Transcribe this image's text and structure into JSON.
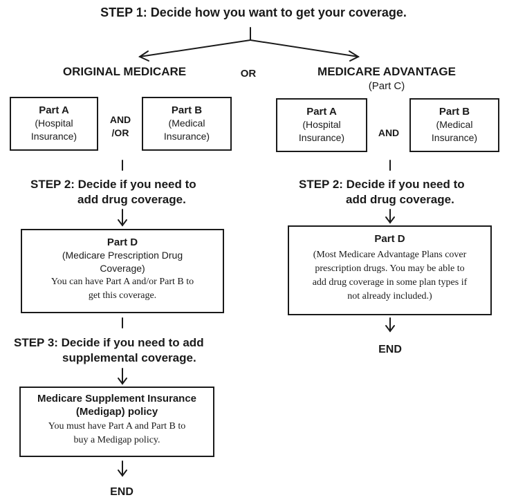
{
  "step1": "STEP 1: Decide how you want to get your coverage.",
  "left": {
    "heading": "ORIGINAL MEDICARE",
    "part_a": {
      "title": "Part A",
      "line1": "(Hospital",
      "line2": "Insurance)"
    },
    "connector_line1": "AND",
    "connector_line2": "/OR",
    "part_b": {
      "title": "Part B",
      "line1": "(Medical",
      "line2": "Insurance)"
    },
    "step2_line1": "STEP 2: Decide if you need to",
    "step2_line2": "add drug coverage.",
    "part_d": {
      "title": "Part D",
      "line1": "(Medicare Prescription Drug",
      "line2": "Coverage)",
      "line3": "You can have Part A and/or Part B to",
      "line4": "get this coverage."
    },
    "step3_line1": "STEP 3: Decide if you need to add",
    "step3_line2": "supplemental coverage.",
    "medigap": {
      "title_line1": "Medicare Supplement Insurance",
      "title_line2": "(Medigap) policy",
      "line1": "You must have Part A and Part B to",
      "line2": "buy a Medigap policy."
    },
    "end": "END"
  },
  "or": "OR",
  "right": {
    "heading": "MEDICARE ADVANTAGE",
    "subheading": "(Part C)",
    "part_a": {
      "title": "Part A",
      "line1": "(Hospital",
      "line2": "Insurance)"
    },
    "connector": "AND",
    "part_b": {
      "title": "Part B",
      "line1": "(Medical",
      "line2": "Insurance)"
    },
    "step2_line1": "STEP 2: Decide if you need to",
    "step2_line2": "add drug coverage.",
    "part_d": {
      "title": "Part D",
      "line1": "(Most Medicare Advantage Plans cover",
      "line2": "prescription drugs. You may be able to",
      "line3": "add drug coverage in some plan types if",
      "line4": "not already included.)"
    },
    "end": "END"
  }
}
